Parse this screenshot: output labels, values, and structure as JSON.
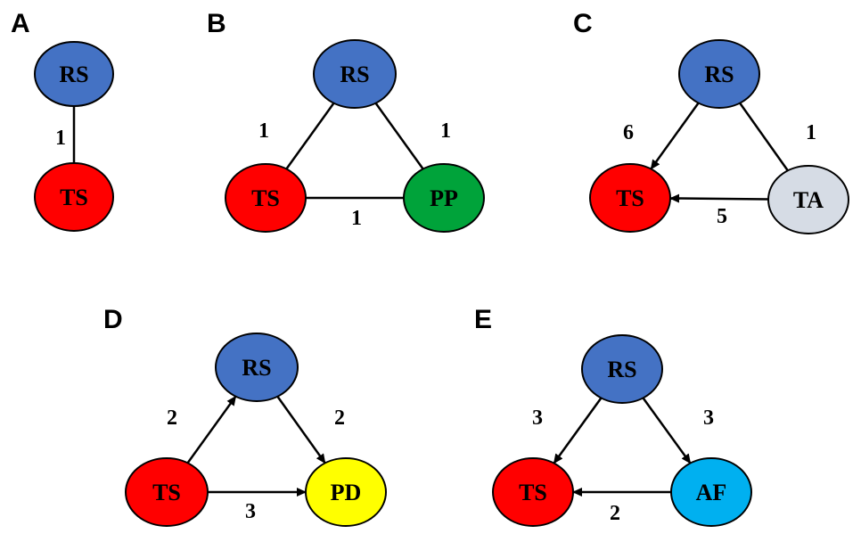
{
  "colors": {
    "RS": "#4472C4",
    "TS": "#FF0000",
    "PP": "#00A33A",
    "TA": "#D6DCE5",
    "PD": "#FFFF00",
    "AF": "#00B0F0"
  },
  "panels": [
    {
      "label": "A",
      "nodes": [
        {
          "id": "RS",
          "text": "RS"
        },
        {
          "id": "TS",
          "text": "TS"
        }
      ],
      "edges": [
        {
          "from": "RS",
          "to": "TS",
          "weight": "1",
          "directed": false
        }
      ]
    },
    {
      "label": "B",
      "nodes": [
        {
          "id": "RS",
          "text": "RS"
        },
        {
          "id": "TS",
          "text": "TS"
        },
        {
          "id": "PP",
          "text": "PP"
        }
      ],
      "edges": [
        {
          "from": "RS",
          "to": "TS",
          "weight": "1",
          "directed": false
        },
        {
          "from": "RS",
          "to": "PP",
          "weight": "1",
          "directed": false
        },
        {
          "from": "TS",
          "to": "PP",
          "weight": "1",
          "directed": false
        }
      ]
    },
    {
      "label": "C",
      "nodes": [
        {
          "id": "RS",
          "text": "RS"
        },
        {
          "id": "TS",
          "text": "TS"
        },
        {
          "id": "TA",
          "text": "TA"
        }
      ],
      "edges": [
        {
          "from": "RS",
          "to": "TS",
          "weight": "6",
          "directed": true
        },
        {
          "from": "RS",
          "to": "TA",
          "weight": "1",
          "directed": false
        },
        {
          "from": "TA",
          "to": "TS",
          "weight": "5",
          "directed": true
        }
      ]
    },
    {
      "label": "D",
      "nodes": [
        {
          "id": "RS",
          "text": "RS"
        },
        {
          "id": "TS",
          "text": "TS"
        },
        {
          "id": "PD",
          "text": "PD"
        }
      ],
      "edges": [
        {
          "from": "TS",
          "to": "RS",
          "weight": "2",
          "directed": true
        },
        {
          "from": "RS",
          "to": "PD",
          "weight": "2",
          "directed": true
        },
        {
          "from": "TS",
          "to": "PD",
          "weight": "3",
          "directed": true
        }
      ]
    },
    {
      "label": "E",
      "nodes": [
        {
          "id": "RS",
          "text": "RS"
        },
        {
          "id": "TS",
          "text": "TS"
        },
        {
          "id": "AF",
          "text": "AF"
        }
      ],
      "edges": [
        {
          "from": "RS",
          "to": "TS",
          "weight": "3",
          "directed": true
        },
        {
          "from": "RS",
          "to": "AF",
          "weight": "3",
          "directed": true
        },
        {
          "from": "AF",
          "to": "TS",
          "weight": "2",
          "directed": true
        }
      ]
    }
  ]
}
